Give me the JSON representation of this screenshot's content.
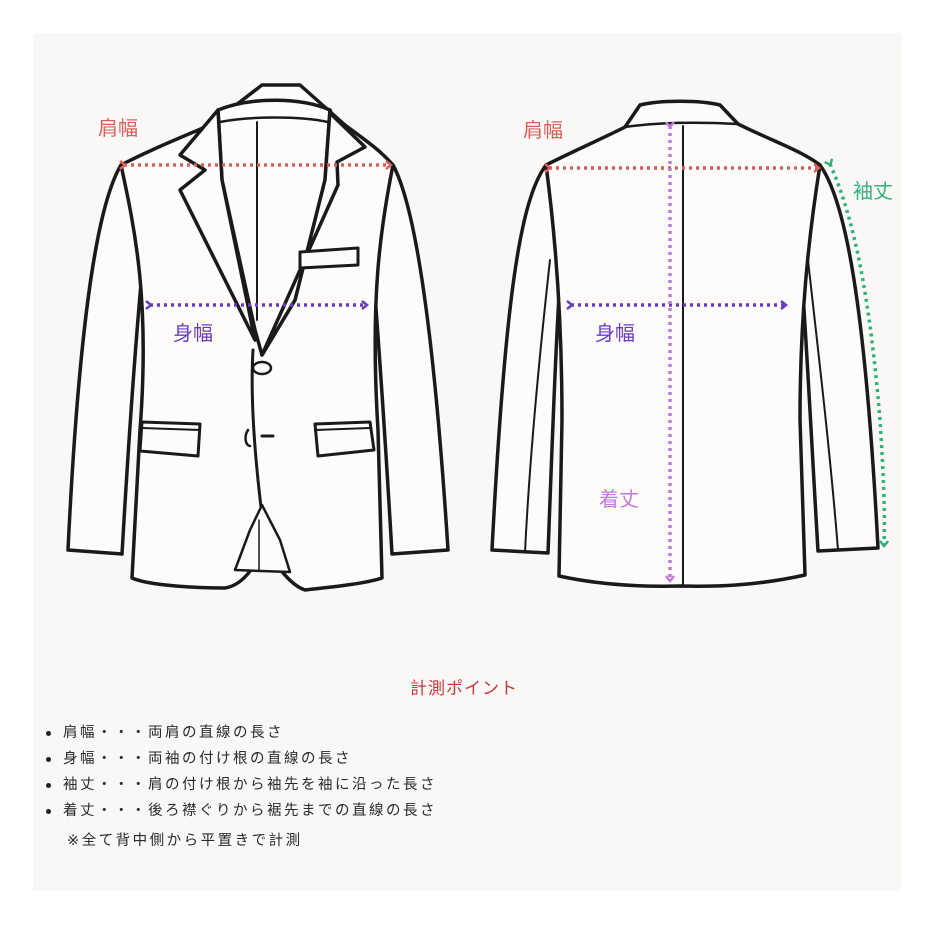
{
  "front": {
    "shoulder_label": "肩幅",
    "chest_label": "身幅"
  },
  "back": {
    "shoulder_label": "肩幅",
    "chest_label": "身幅",
    "sleeve_label": "袖丈",
    "length_label": "着丈"
  },
  "colors": {
    "shoulder": "#d9605c",
    "chest": "#6a3bbf",
    "sleeve": "#2fb37a",
    "length": "#c07ad8",
    "title": "#c9363a",
    "background": "#faf8f6"
  },
  "measurement_points": {
    "title": "計測ポイント",
    "items": [
      {
        "term": "肩幅",
        "sep": "・・・",
        "desc": "両肩の直線の長さ"
      },
      {
        "term": "身幅",
        "sep": "・・・",
        "desc": "両袖の付け根の直線の長さ"
      },
      {
        "term": "袖丈",
        "sep": "・・・",
        "desc": "肩の付け根から袖先を袖に沿った長さ"
      },
      {
        "term": "着丈",
        "sep": "・・・",
        "desc": "後ろ襟ぐりから裾先までの直線の長さ"
      }
    ],
    "note": "※全て背中側から平置きで計測"
  }
}
